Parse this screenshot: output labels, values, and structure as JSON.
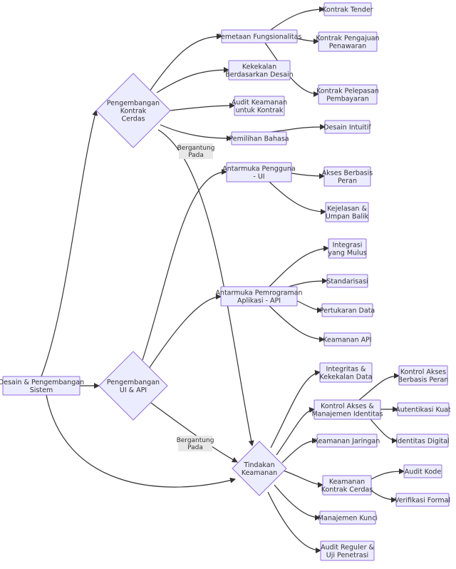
{
  "nodes": {
    "root": [
      "Desain & Pengembangan",
      "Sistem"
    ],
    "smart": [
      "Pengembangan",
      "Kontrak",
      "Cerdas"
    ],
    "ui": [
      "Pengembangan",
      "UI & API"
    ],
    "sec": [
      "Tindakan",
      "Keamanan"
    ],
    "pemetaan": [
      "Pemetaan Fungsionalitas"
    ],
    "tender": [
      "Kontrak Tender"
    ],
    "pengajuan": [
      "Kontrak Pengajuan",
      "Penawaran"
    ],
    "kekekalan": [
      "Kekekalan",
      "Berdasarkan Desain"
    ],
    "pelepasan": [
      "Kontrak Pelepasan",
      "Pembayaran"
    ],
    "audit_kontrak": [
      "Audit Keamanan",
      "untuk Kontrak"
    ],
    "bahasa": [
      "Pemilihan Bahasa"
    ],
    "antarmuka": [
      "Antarmuka Pengguna",
      "- UI"
    ],
    "intuitif": [
      "Desain Intuitif"
    ],
    "aksesperan": [
      "Akses Berbasis",
      "Peran"
    ],
    "kejelasan": [
      "Kejelasan &",
      "Umpan Balik"
    ],
    "api": [
      "Antarmuka Pemrograman",
      "Aplikasi - API"
    ],
    "integrasi": [
      "Integrasi",
      "yang Mulus"
    ],
    "standarisasi": [
      "Standarisasi"
    ],
    "pertukaran": [
      "Pertukaran Data"
    ],
    "keamananapi": [
      "Keamanan API"
    ],
    "integritas": [
      "Integritas &",
      "Kekekalan Data"
    ],
    "kontrolakses": [
      "Kontrol Akses &",
      "Manajemen Identitas"
    ],
    "kontrolperan": [
      "Kontrol Akses",
      "Berbasis Peran"
    ],
    "autentikasi": [
      "Autentikasi Kuat"
    ],
    "identitas": [
      "Identitas Digital"
    ],
    "jaringan": [
      "Keamanan Jaringan"
    ],
    "kontrakcerdas": [
      "Keamanan",
      "Kontrak Cerdas"
    ],
    "auditkode": [
      "Audit Kode"
    ],
    "verifikasi": [
      "Verifikasi Formal"
    ],
    "kunci": [
      "Manajemen Kunci"
    ],
    "auditreguler": [
      "Audit Reguler &",
      "Uji Penetrasi"
    ]
  },
  "edge_labels": {
    "smart_sec": [
      "Bergantung",
      "Pada"
    ],
    "ui_sec": [
      "Bergantung",
      "Pada"
    ]
  }
}
